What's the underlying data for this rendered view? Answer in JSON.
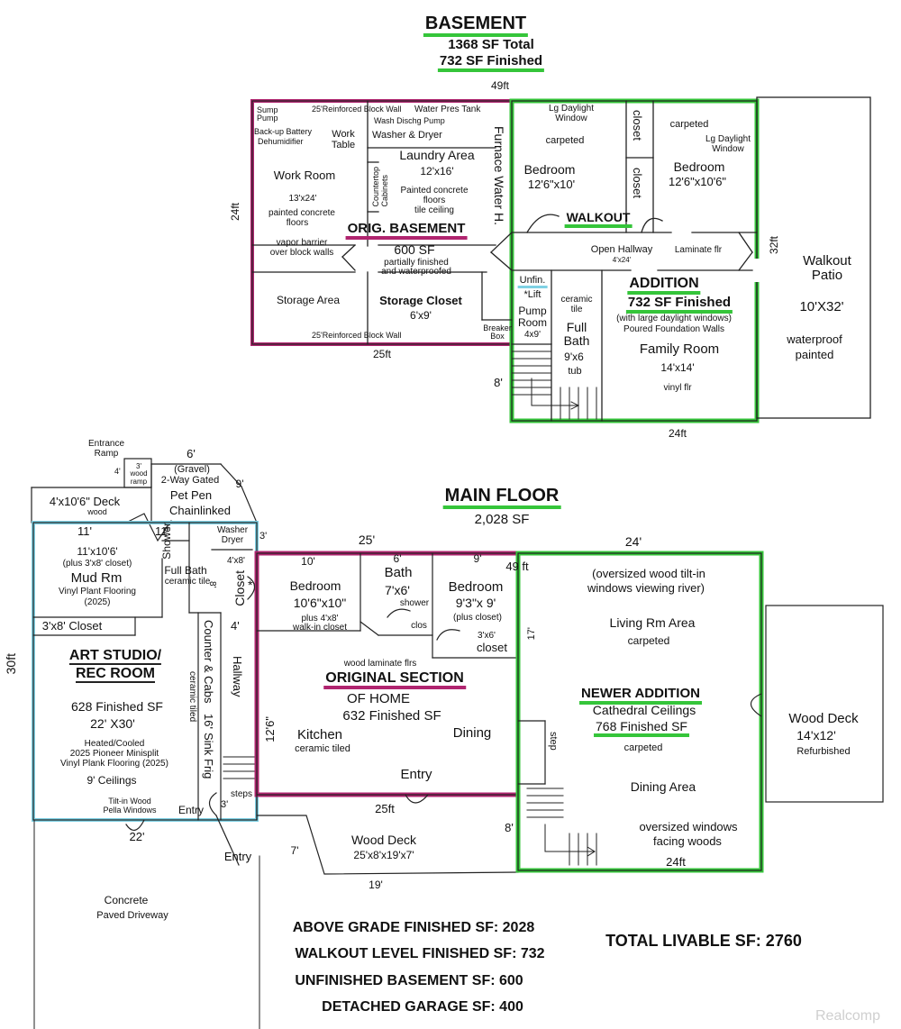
{
  "basement": {
    "title": "BASEMENT",
    "total_sf": "1368 SF Total",
    "finished_sf": "732 SF Finished",
    "dim_top": "49ft",
    "dim_left": "24ft",
    "dim_bottom_left": "25ft",
    "dim_bottom_right": "24ft",
    "dim_stair": "8'",
    "dim_right": "32ft",
    "notes": {
      "sump": "Sump\nPump",
      "block_wall_top": "25'Reinforced Block Wall",
      "water_tank": "Water Pres Tank",
      "backup": "Back-up Battery",
      "dehumidifier": "Dehumidifier",
      "wash_pump": "Wash Dischg Pump",
      "washer_dryer": "Washer & Dryer",
      "work_table": "Work\nTable",
      "furnace": "Furnace Water H.",
      "countertop": "Countertop\nCabinets",
      "block_wall_bottom": "25'Reinforced Block Wall",
      "breaker": "Breaker\nBox"
    },
    "work_room": {
      "name": "Work Room",
      "dim": "13'x24'",
      "f1": "painted concrete",
      "f2": "floors",
      "v1": "vapor barrier",
      "v2": "over block walls"
    },
    "laundry": {
      "name": "Laundry Area",
      "dim": "12'x16'",
      "f1": "Painted concrete",
      "f2": "floors",
      "f3": "tile ceiling"
    },
    "orig": {
      "name": "ORIG. BASEMENT",
      "sf": "600 SF",
      "n1": "partially finished",
      "n2": "and waterproofed"
    },
    "storage_area": "Storage Area",
    "storage_closet": {
      "name": "Storage Closet",
      "dim": "6'x9'"
    },
    "bedroom1": {
      "window": "Lg Daylight\nWindow",
      "floor": "carpeted",
      "name": "Bedroom",
      "dim": "12'6\"x10'"
    },
    "closet1": "closet",
    "closet2": "closet",
    "bedroom2": {
      "floor": "carpeted",
      "window": "Lg Daylight\nWindow",
      "name": "Bedroom",
      "dim": "12'6\"x10'6\""
    },
    "walkout": "WALKOUT",
    "hallway": {
      "name": "Open Hallway",
      "dim": "4'x24'",
      "floor": "Laminate flr"
    },
    "addition": {
      "name": "ADDITION",
      "sf": "732 SF Finished",
      "n1": "(with large daylight windows)",
      "n2": "Poured Foundation Walls"
    },
    "unfin": "Unfin.",
    "lift": "*Lift",
    "pump_room": {
      "name": "Pump\nRoom",
      "dim": "4x9'"
    },
    "full_bath": {
      "tile": "ceramic\ntile",
      "name": "Full\nBath",
      "dim": "9'x6",
      "tub": "tub"
    },
    "family_room": {
      "name": "Family Room",
      "dim": "14'x14'",
      "floor": "vinyl flr"
    },
    "patio": {
      "name": "Walkout\nPatio",
      "dim": "10'X32'",
      "n1": "waterproof",
      "n2": "painted"
    }
  },
  "main": {
    "title": "MAIN FLOOR",
    "sf": "2,028 SF",
    "ramp": "Entrance\nRamp",
    "ramp_dim": "4'",
    "wood_ramp": "3'\nwood\nramp",
    "pen_top": "6'",
    "pen_side": "9'",
    "pet_pen": {
      "l1": "(Gravel)",
      "l2": "2-Way Gated",
      "l3": "Pet Pen",
      "l4": "Chainlinked"
    },
    "deck_small": {
      "name": "4'x10'6\" Deck",
      "mat": "wood"
    },
    "mud_top": "11'",
    "shower_top": "11'",
    "shower": "Shower",
    "washer": "Washer\nDryer",
    "dim_3a": "3'",
    "mud": {
      "dim": "11'x10'6'",
      "closet": "(plus 3'x8' closet)",
      "name": "Mud Rm",
      "floor": "Vinyl Plant Flooring",
      "year": "(2025)"
    },
    "full_bath": {
      "name": "Full Bath",
      "tile": "ceramic tile",
      "dim": "8'"
    },
    "closet_main": "Closet",
    "closet_dim": "4'x8'",
    "closet_star": "*",
    "closet_3x8": "3'x8' Closet",
    "dim_4": "4'",
    "dim_30": "30ft",
    "art": {
      "l1": "ART STUDIO/",
      "l2": "REC ROOM",
      "sf": "628 Finished SF",
      "dim": "22' X30'",
      "n1": "Heated/Cooled",
      "n2": "2025 Pioneer Minisplit",
      "n3": "Vinyl Plank Flooring (2025)",
      "ceil": "9' Ceilings",
      "w1": "Tilt-in Wood",
      "w2": "Pella Windows"
    },
    "entry_art": "Entry",
    "dim_3b": "3'",
    "dim_22": "22'",
    "counter": "Counter & Cabs",
    "counter_tile": "ceramic tiled",
    "sink_dim": "16'",
    "sink": "Sink",
    "frig": "Frig",
    "hallway": "Hallway",
    "steps": "steps",
    "entry_bottom": "Entry",
    "dim_25top": "25'",
    "dim_10": "10'",
    "bedroom1": {
      "name": "Bedroom",
      "dim": "10'6\"x10\"",
      "n1": "plus 4'x8'",
      "n2": "walk-in closet"
    },
    "dim_6": "6'",
    "bath": {
      "name": "Bath",
      "dim": "7'x6'",
      "shower": "shower",
      "clos": "clos"
    },
    "dim_9": "9'",
    "bedroom2": {
      "name": "Bedroom",
      "dim": "9'3\"x 9'",
      "n1": "(plus closet)"
    },
    "closet_b2": {
      "dim": "3'x6'",
      "name": "closet"
    },
    "dim_49": "49 ft",
    "dim_24": "24'",
    "laminate": "wood laminate flrs",
    "original": {
      "l1": "ORIGINAL SECTION",
      "l2": "OF HOME",
      "sf": "632 Finished SF"
    },
    "dim_12": "12'6\"",
    "kitchen": {
      "name": "Kitchen",
      "floor": "ceramic tiled"
    },
    "dining": "Dining",
    "entry_main": "Entry",
    "dim_25bottom": "25ft",
    "dim_17": "17'",
    "windows": {
      "l1": "(oversized wood tilt-in",
      "l2": "windows viewing river)"
    },
    "living": {
      "name": "Living Rm Area",
      "floor": "carpeted"
    },
    "newer": {
      "name": "NEWER ADDITION",
      "ceil": "Cathedral Ceilings",
      "sf": "768 Finished SF",
      "floor": "carpeted"
    },
    "step": "step",
    "dining_area": "Dining Area",
    "woods": {
      "l1": "oversized windows",
      "l2": "facing woods"
    },
    "dim_8": "8'",
    "dim_24ft": "24ft",
    "deck_right": {
      "name": "Wood Deck",
      "dim": "14'x12'",
      "note": "Refurbished"
    },
    "deck_bottom": {
      "name": "Wood Deck",
      "dim": "25'x8'x19'x7'"
    },
    "dim_7": "7'",
    "dim_19": "19'",
    "driveway": {
      "l1": "Concrete",
      "l2": "Paved Driveway"
    }
  },
  "summary": {
    "above": "ABOVE GRADE FINISHED SF: 2028",
    "walkout": "WALKOUT LEVEL FINISHED SF: 732",
    "unfinished": "UNFINISHED BASEMENT SF: 600",
    "garage": "DETACHED GARAGE SF: 400",
    "total": "TOTAL LIVABLE SF: 2760"
  },
  "watermark": "Realcomp",
  "colors": {
    "green": "#35c53a",
    "magenta": "#b0246f",
    "cyan": "#7fd1e4",
    "line": "#222222"
  }
}
